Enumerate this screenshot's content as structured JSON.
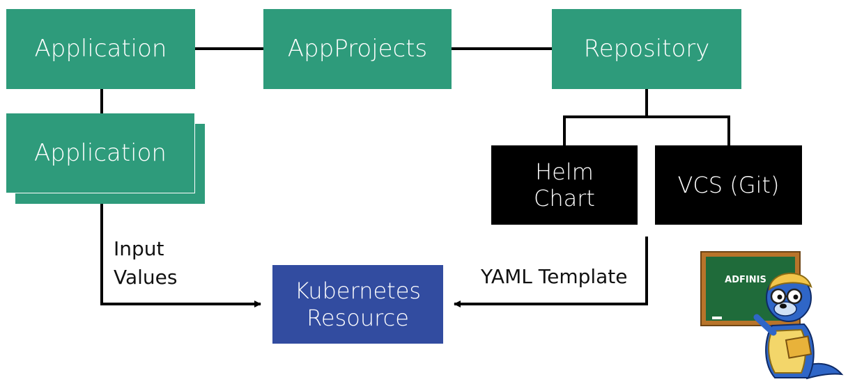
{
  "nodes": {
    "application_top": "Application",
    "app_projects": "AppProjects",
    "repository": "Repository",
    "application_stack": "Application",
    "helm_chart_line1": "Helm",
    "helm_chart_line2": "Chart",
    "vcs_git": "VCS (Git)",
    "k8s_line1": "Kubernetes",
    "k8s_line2": "Resource"
  },
  "edge_labels": {
    "input_values_line1": "Input",
    "input_values_line2": "Values",
    "yaml_template": "YAML Template"
  },
  "mascot": {
    "board_text": "ADFINIS"
  },
  "colors": {
    "green": "#2e9b7b",
    "black": "#000000",
    "blue": "#324ca0",
    "board": "#1f6b3a",
    "frame": "#b8742a"
  }
}
